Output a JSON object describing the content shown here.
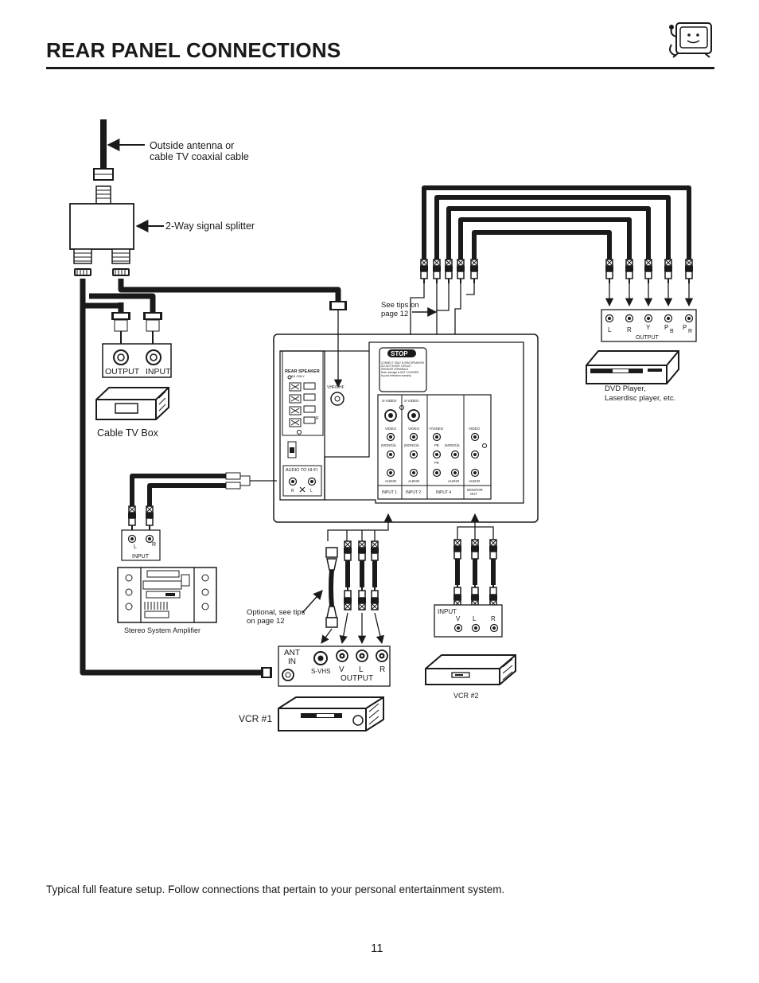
{
  "page": {
    "title": "REAR PANEL CONNECTIONS",
    "caption": "Typical full feature setup.  Follow connections that pertain to your personal entertainment system.",
    "page_number": "11"
  },
  "callouts": {
    "antenna": [
      "Outside antenna or",
      "cable TV coaxial cable"
    ],
    "splitter": "2-Way signal splitter",
    "tips_dvd": [
      "See tips on",
      "page 12"
    ],
    "tips_vcr": [
      "Optional, see tips",
      "on page 12"
    ]
  },
  "cable_box": {
    "label": "Cable TV Box",
    "output": "OUTPUT",
    "input": "INPUT"
  },
  "dvd": {
    "label": [
      "DVD Player,",
      "Laserdisc player, etc."
    ],
    "jacks": [
      "L",
      "R",
      "Y",
      "P",
      "P"
    ],
    "subs": [
      "B",
      "R"
    ],
    "output": "OUTPUT"
  },
  "stereo": {
    "label": "Stereo System Amplifier",
    "input": "INPUT",
    "l": "L",
    "r": "R"
  },
  "vcr1": {
    "label": "VCR #1",
    "ant": "ANT",
    "in": "IN",
    "svhs": "S-VHS",
    "v": "V",
    "l": "L",
    "r": "R",
    "output": "OUTPUT"
  },
  "vcr2": {
    "label": "VCR #2",
    "input": "INPUT",
    "v": "V",
    "l": "L",
    "r": "R"
  },
  "tv_panel": {
    "rear_speaker": "REAR SPEAKER",
    "eight_ohm": "8Ω ONLY",
    "vhf_uhf": "VHF/UHF",
    "audio_hifi": "AUDIO TO HI-FI",
    "r": "R",
    "l": "L",
    "stop": "STOP",
    "stop_text": [
      "CONNECT ONLY 8 OHM SPEAKERS",
      "DO NOT SHORT CIRCUIT",
      "SPEAKER TERMINALS",
      "Note: damage is NOT COVERED",
      "by your television warranty."
    ],
    "svideo": "S-VIDEO",
    "video": "VIDEO",
    "mono_l": "(MONO)/L",
    "y_video": "Y/VIDEO",
    "pb": "PB",
    "pr": "PR",
    "audio": "AUDIO",
    "input1": "INPUT 1",
    "input2": "INPUT 2",
    "input4": "INPUT 4",
    "monitor": [
      "MONITOR",
      "OUT"
    ]
  }
}
